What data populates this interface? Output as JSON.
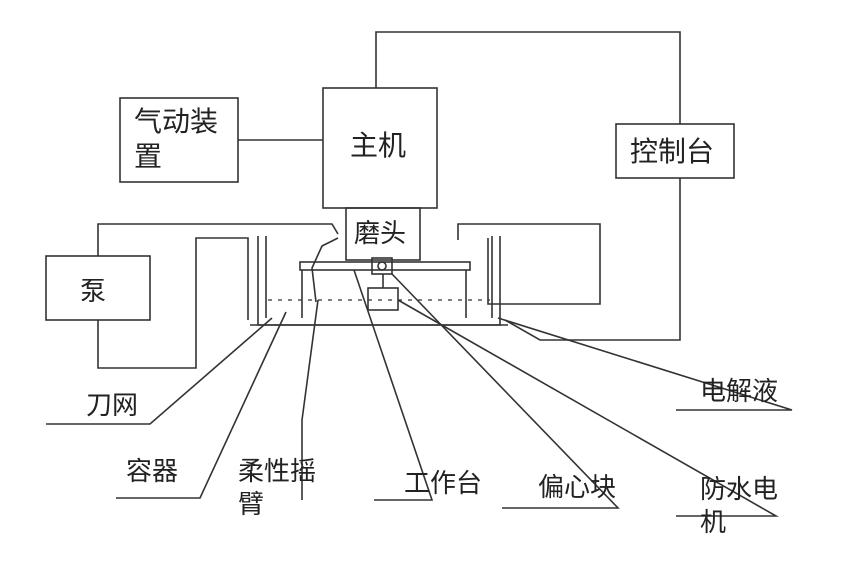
{
  "labels": {
    "pneumatic_device": "气动装置",
    "main_unit": "主机",
    "control_console": "控制台",
    "grinding_head": "磨头",
    "pump": "泵",
    "electrolyte": "电解液",
    "mesh_blade": "刀网",
    "container": "容器",
    "flexible_arm": "柔性摇臂",
    "worktable": "工作台",
    "eccentric_block": "偏心块",
    "waterproof_motor": "防水电机"
  }
}
